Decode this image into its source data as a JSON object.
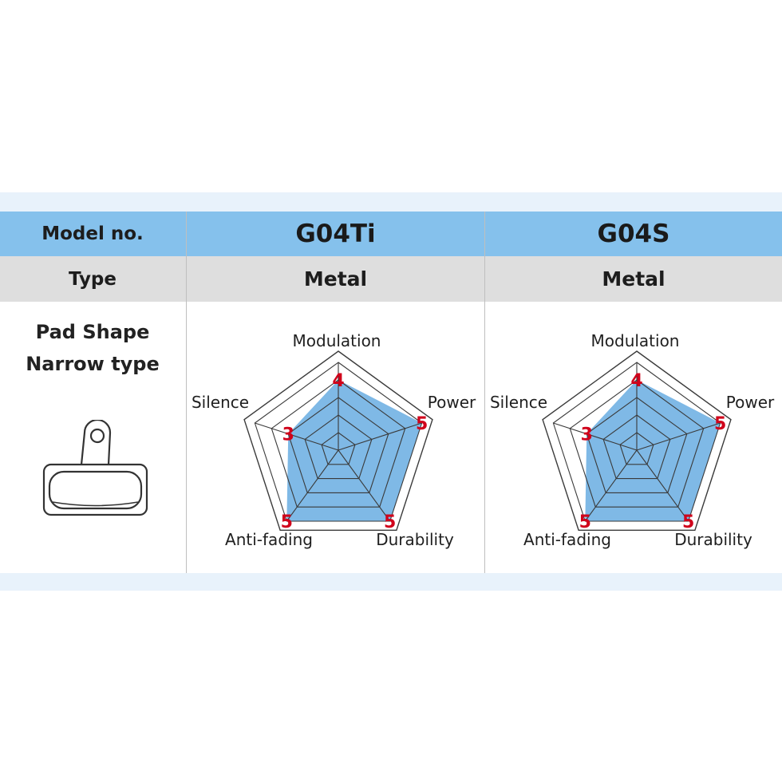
{
  "header": {
    "model_label": "Model no.",
    "type_label": "Type"
  },
  "pad": {
    "line1": "Pad Shape",
    "line2": "Narrow type"
  },
  "models": [
    {
      "name": "G04Ti",
      "type": "Metal"
    },
    {
      "name": "G04S",
      "type": "Metal"
    }
  ],
  "chart_data": [
    {
      "type": "radar",
      "title": "G04Ti",
      "axes": [
        "Modulation",
        "Power",
        "Durability",
        "Anti-fading",
        "Silence"
      ],
      "values": [
        4,
        5,
        5,
        5,
        3
      ],
      "rmax": 5,
      "rings": 5,
      "colors": {
        "fill": "#7fb9e6",
        "grid": "#3a3a3a",
        "value": "#d0021b"
      }
    },
    {
      "type": "radar",
      "title": "G04S",
      "axes": [
        "Modulation",
        "Power",
        "Durability",
        "Anti-fading",
        "Silence"
      ],
      "values": [
        4,
        5,
        5,
        5,
        3
      ],
      "rmax": 5,
      "rings": 5,
      "colors": {
        "fill": "#7fb9e6",
        "grid": "#3a3a3a",
        "value": "#d0021b"
      }
    }
  ]
}
